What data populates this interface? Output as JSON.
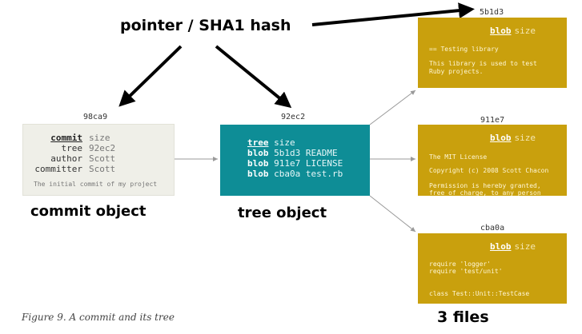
{
  "annotations": {
    "pointer_label": "pointer / SHA1 hash",
    "commit_label": "commit object",
    "tree_label": "tree object",
    "files_label": "3 files"
  },
  "caption": "Figure 9. A commit and its tree",
  "commit": {
    "hash": "98ca9",
    "rows": [
      {
        "key": "commit",
        "value": "size"
      },
      {
        "key": "tree",
        "value": "92ec2"
      },
      {
        "key": "author",
        "value": "Scott"
      },
      {
        "key": "committer",
        "value": "Scott"
      }
    ],
    "message": "The initial commit of my project"
  },
  "tree": {
    "hash": "92ec2",
    "header": {
      "type": "tree",
      "value": "size"
    },
    "entries": [
      {
        "type": "blob",
        "value": "5b1d3 README"
      },
      {
        "type": "blob",
        "value": "911e7 LICENSE"
      },
      {
        "type": "blob",
        "value": "cba0a test.rb"
      }
    ]
  },
  "blobs": [
    {
      "hash": "5b1d3",
      "type": "blob",
      "size_label": "size",
      "lines": [
        "== Testing library",
        "",
        "This library is used to test",
        "Ruby projects."
      ]
    },
    {
      "hash": "911e7",
      "type": "blob",
      "size_label": "size",
      "lines": [
        "The MIT License",
        "",
        "Copyright (c) 2008 Scott Chacon",
        "",
        "Permission is hereby granted,",
        "free of charge, to any person"
      ]
    },
    {
      "hash": "cba0a",
      "type": "blob",
      "size_label": "size",
      "lines": [
        "require 'logger'",
        "require 'test/unit'",
        "",
        "",
        "class Test::Unit::TestCase"
      ]
    }
  ]
}
